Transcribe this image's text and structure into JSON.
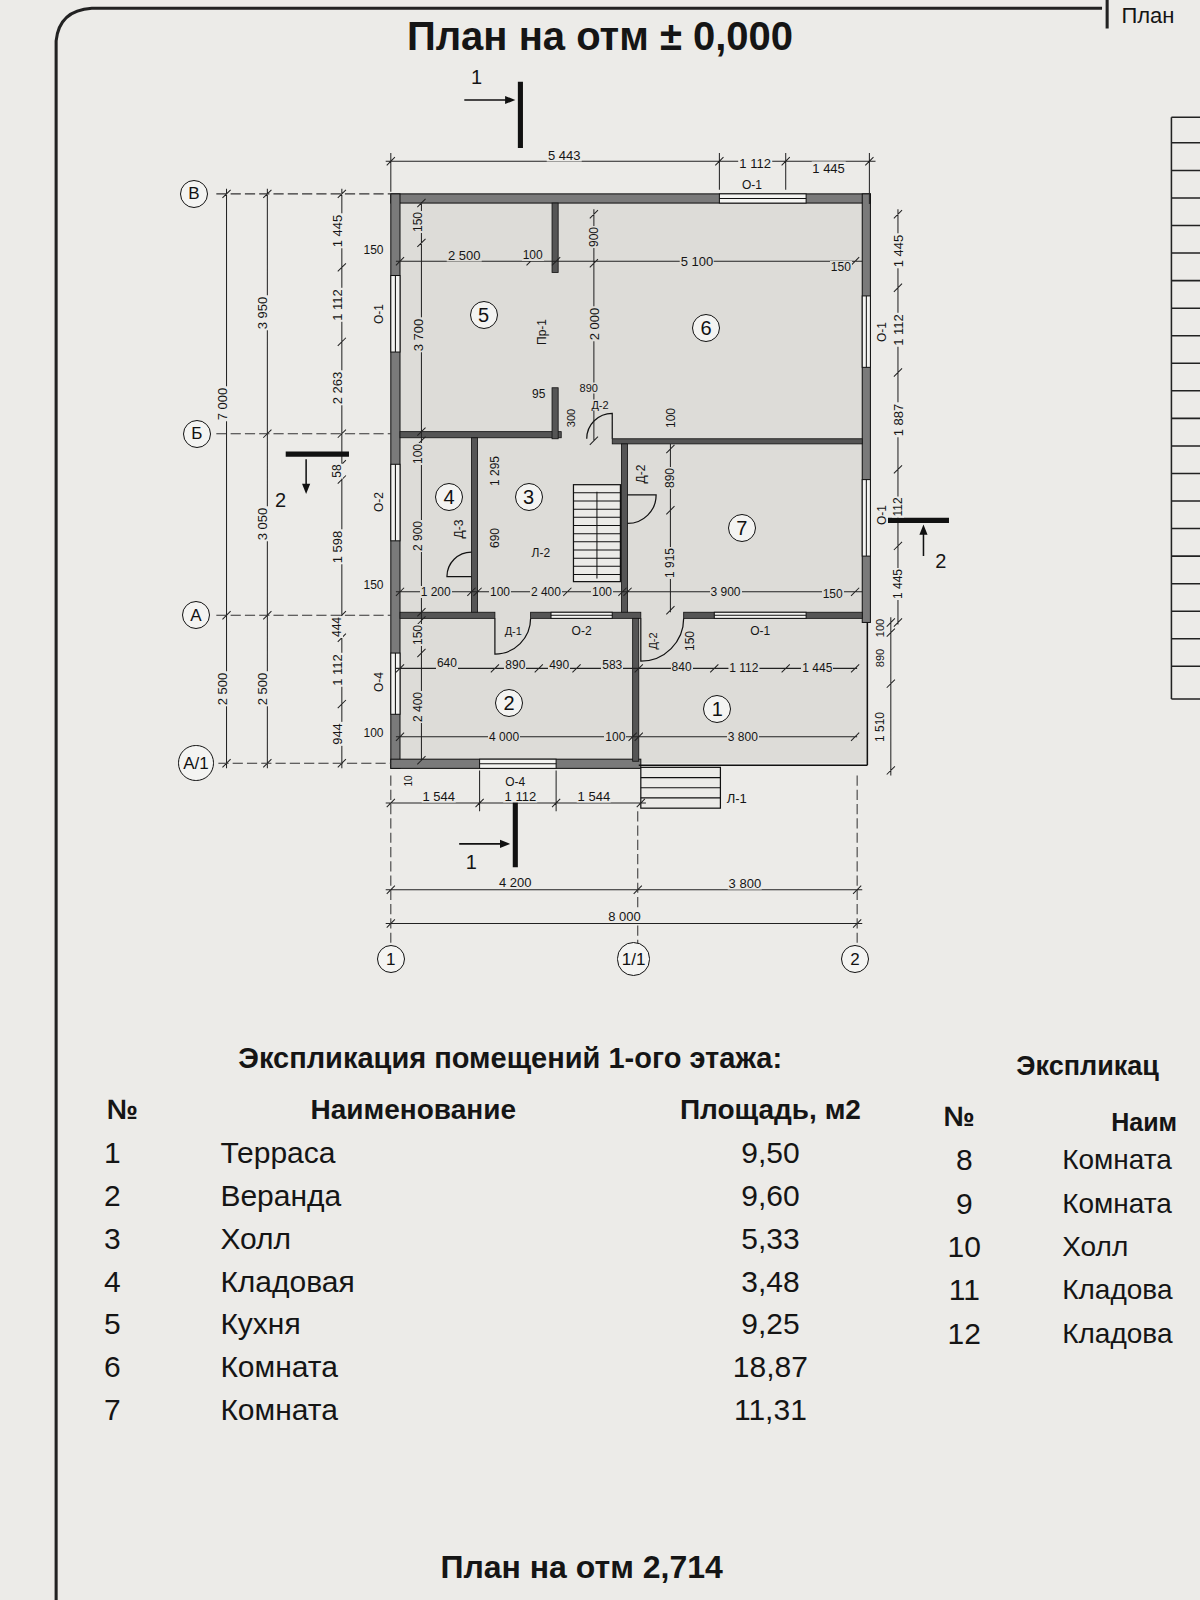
{
  "diagram": {
    "title": "План на отм ± 0,000",
    "nodes": [
      {
        "text": [
          "В"
        ]
      },
      {
        "text": [
          "5"
        ]
      },
      {
        "text": [
          "6"
        ]
      },
      {
        "text": [
          "Б"
        ]
      },
      {
        "text": [
          "4"
        ]
      },
      {
        "text": [
          "3"
        ]
      },
      {
        "text": [
          "7"
        ]
      },
      {
        "text": [
          "А"
        ]
      },
      {
        "text": [
          "2"
        ]
      },
      {
        "text": [
          "1"
        ]
      },
      {
        "text": [
          "А/1"
        ]
      },
      {
        "text": [
          "1"
        ]
      },
      {
        "text": [
          "1/1"
        ]
      },
      {
        "text": [
          "2"
        ]
      }
    ],
    "labels": [
      "План",
      "1",
      "5 443",
      "1 112",
      "1 445",
      "О-1",
      "1 445",
      "1 112",
      "2 263",
      "58",
      "1 598",
      "444",
      "1 112",
      "944",
      "3 950",
      "3 050",
      "2 500",
      "7 000",
      "2 500",
      "2",
      "150",
      "150",
      "2 500",
      "100",
      "900",
      "5 100",
      "150",
      "О-1",
      "3 700",
      "Пр-1",
      "2 000",
      "О-1",
      "1 445",
      "1 112",
      "1 887",
      "95",
      "890",
      "300",
      "Д-2",
      "100",
      "100",
      "1 295",
      "Д-2",
      "890",
      "112",
      "О-1",
      "2",
      "О-2",
      "2 900",
      "Д-3",
      "690",
      "Л-2",
      "1 915",
      "1 445",
      "150",
      "1 200",
      "100",
      "2 400",
      "100",
      "3 900",
      "150",
      "150",
      "Д-1",
      "О-2",
      "Д-2",
      "150",
      "О-1",
      "100",
      "890",
      "О-4",
      "640",
      "890",
      "490",
      "583",
      "840",
      "1 112",
      "1 445",
      "1 510",
      "2 400",
      "100",
      "4 000",
      "100",
      "3 800",
      "10",
      "О-4",
      "1 544",
      "1 112",
      "1 544",
      "Л-1",
      "1",
      "4 200",
      "3 800",
      "8 000",
      "Экспликация помещений 1-ого этажа:",
      "№",
      "Наименование",
      "Площадь, м2",
      "1",
      "Терраса",
      "9,50",
      "2",
      "Веранда",
      "9,60",
      "3",
      "Холл",
      "5,33",
      "4",
      "Кладовая",
      "3,48",
      "5",
      "Кухня",
      "9,25",
      "6",
      "Комната",
      "18,87",
      "7",
      "Комната",
      "11,31",
      "Экспликац",
      "№",
      "Наим",
      "8",
      "Комната",
      "9",
      "Комната",
      "10",
      "Холл",
      "11",
      "Кладова",
      "12",
      "Кладова",
      "План на отм 2,714"
    ]
  }
}
